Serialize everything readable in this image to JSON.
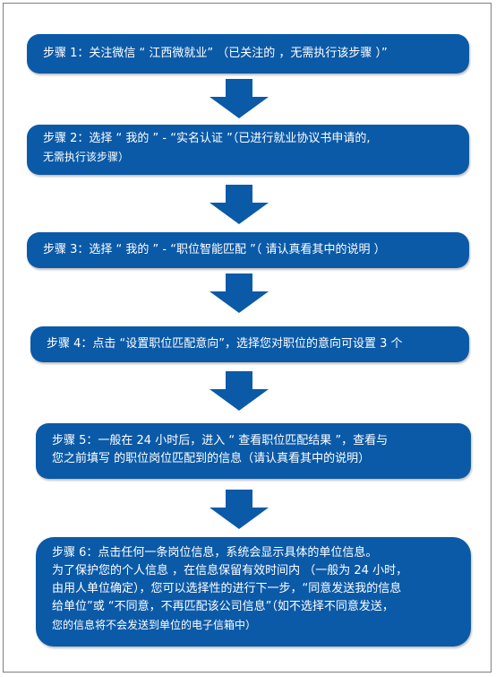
{
  "steps": [
    {
      "lines": [
        "步骤 1：关注微信 “ 江西微就业”  （已关注的 ，无需执行该步骤 ）”"
      ]
    },
    {
      "lines": [
        "步骤 2：选择 “ 我的 ” - “实名认证 ”（已进行就业协议书申请的,",
        "无需执行该步骤）"
      ]
    },
    {
      "lines": [
        "步骤 3：选择 “ 我的 ” - “职位智能匹配  ”（ 请认真看其中的说明 ）"
      ]
    },
    {
      "lines": [
        "步骤 4：点击 “设置职位匹配意向”，选择您对职位的意向可设置 3 个"
      ]
    },
    {
      "lines": [
        "步骤 5：一般在  24 小时后，进入 “ 查看职位匹配结果 ”，查看与",
        "您之前填写 的职位岗位匹配到的信息（请认真看其中的说明）"
      ]
    },
    {
      "lines": [
        "步骤 6：点击任何一条岗位信息，系统会显示具体的单位信息。",
        "为了保护您的个人信息   ，在信息保留有效时间内   （一般为 24 小时，",
        "由用人单位确定），您可以选择性的进行下一步，“同意发送我的信息",
        "给单位”或  “不同意，不再匹配该公司信息”（如不选择不同意发送，",
        "您的信息将不会发送到单位的电子信箱中）"
      ]
    }
  ],
  "colors": {
    "box": "#0b5aa8",
    "arrow": "#0b5aa8",
    "text": "#ffffff"
  }
}
